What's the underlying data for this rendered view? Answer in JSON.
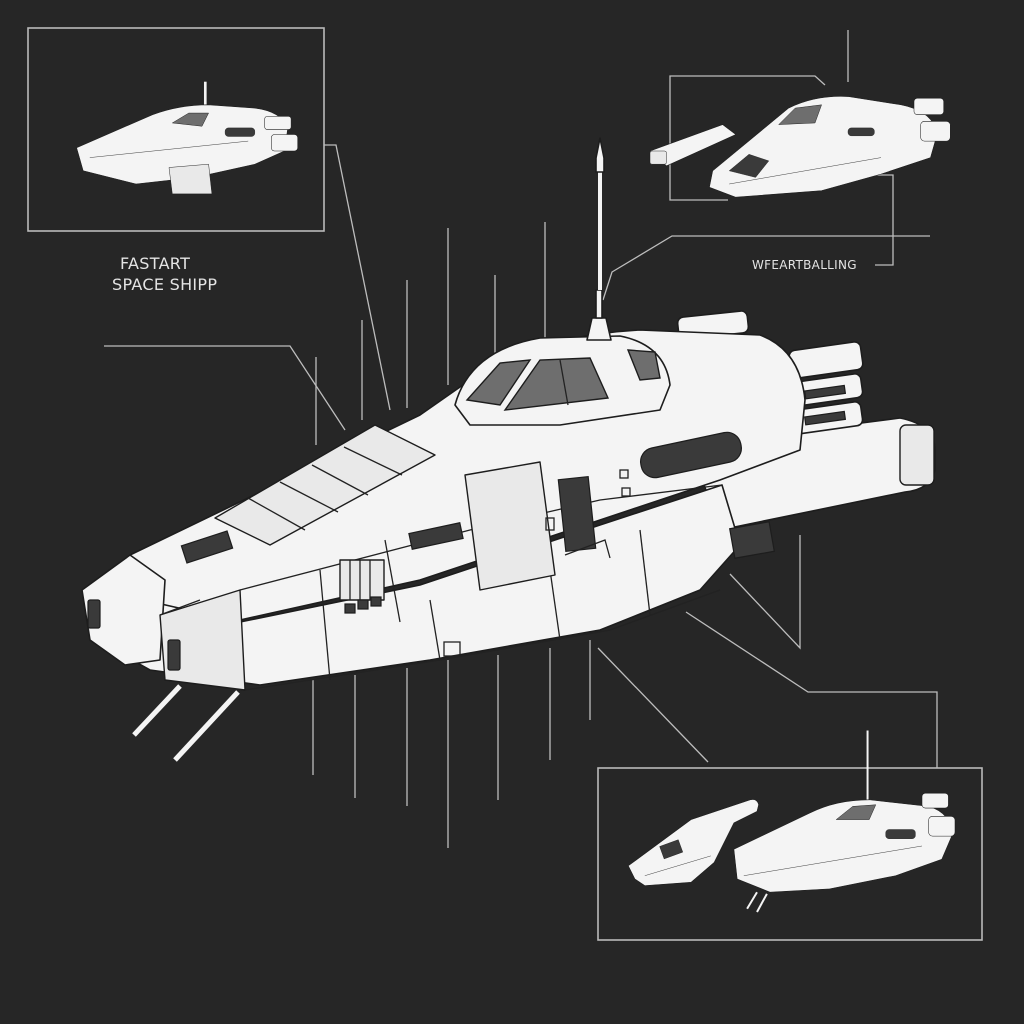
{
  "diagram": {
    "subject": "spaceship technical illustration",
    "background_color": "#262626",
    "line_color": "#bdbdbd",
    "ink_color": "#f4f4f4"
  },
  "labels": {
    "title_line1": "FASTART",
    "title_line2": "SPACE SHIPP",
    "callout": "WFEARTBALLING"
  },
  "insets": [
    {
      "name": "top-left",
      "content": "ship side view"
    },
    {
      "name": "top-right",
      "content": "ship with cannon module"
    },
    {
      "name": "bottom-right",
      "content": "detached nose module and ship"
    }
  ],
  "icons": {
    "main_ship": "spaceship-illustration",
    "antenna": "antenna",
    "cockpit": "cockpit-canopy",
    "thrusters": "engine-thrusters"
  }
}
